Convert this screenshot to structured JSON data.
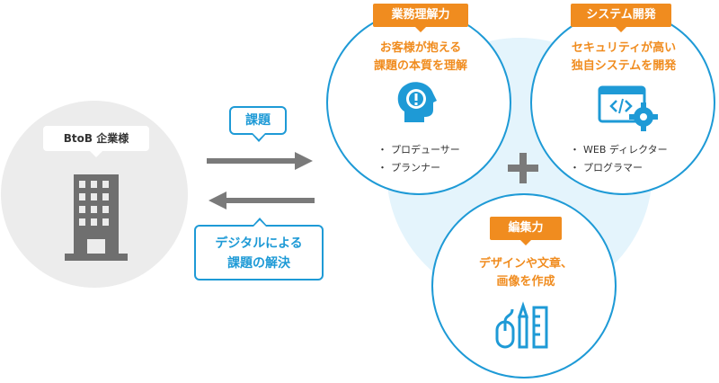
{
  "company": {
    "label": "BtoB 企業様"
  },
  "flow": {
    "request_label": "課題",
    "solution_line1": "デジタルによる",
    "solution_line2": "課題の解決"
  },
  "capabilities": {
    "business": {
      "tag": "業務理解力",
      "headline_line1": "お客様が抱える",
      "headline_line2": "課題の本質を理解",
      "roles": [
        "プロデューサー",
        "プランナー"
      ]
    },
    "system": {
      "tag": "システム開発",
      "headline_line1": "セキュリティが高い",
      "headline_line2": "独自システムを開発",
      "roles": [
        "WEB ディレクター",
        "プログラマー"
      ]
    },
    "edit": {
      "tag": "編集力",
      "headline_line1": "デザインや文章、",
      "headline_line2": "画像を作成"
    }
  },
  "bullet": "・",
  "colors": {
    "accent_orange": "#f08c1f",
    "accent_blue": "#1e9ad6",
    "light_blue": "#e4f4fc",
    "gray_circle": "#ececec",
    "arrow_gray": "#7a7a7a"
  }
}
